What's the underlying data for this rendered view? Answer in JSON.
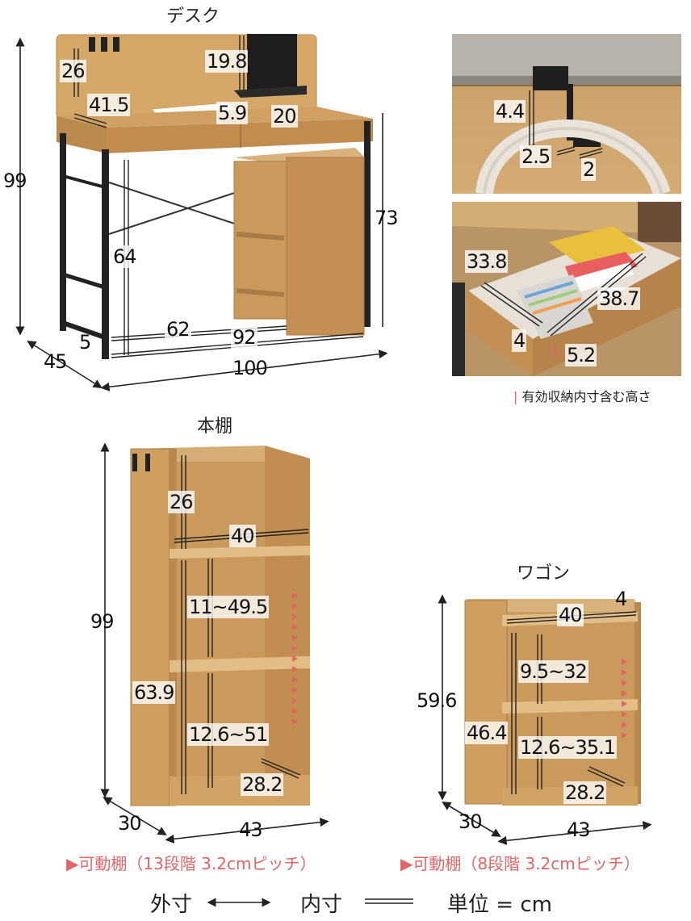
{
  "desk": {
    "title": "デスク",
    "dims": {
      "hook_height": "26",
      "shelf_height": "19.8",
      "upper_width": "41.5",
      "slot_height": "5.9",
      "shelf_depth": "20",
      "total_height": "99",
      "desk_height": "73",
      "knee_height": "64",
      "inner_width": "62",
      "foot": "5",
      "span": "92",
      "depth": "45",
      "width": "100"
    }
  },
  "hook_detail": {
    "dims": {
      "height": "4.4",
      "gap": "2.5",
      "depth": "2"
    }
  },
  "drawer_detail": {
    "dims": {
      "width": "33.8",
      "diag": "38.7",
      "front": "4",
      "inner_height": "5.2"
    },
    "caption_mark": "|",
    "caption": "有効収納内寸含む高さ"
  },
  "bookshelf": {
    "title": "本棚",
    "dims": {
      "top_height": "26",
      "inner_width": "40",
      "middle_range": "11~49.5",
      "lower_height": "63.9",
      "lower_range": "12.6~51",
      "inner_depth": "28.2",
      "total_height": "99",
      "depth": "30",
      "width": "43"
    },
    "note": "▶可動棚（13段階 3.2cmピッチ）",
    "triangles": 13
  },
  "wagon": {
    "title": "ワゴン",
    "dims": {
      "inner_width": "40",
      "rim": "4",
      "upper_range": "9.5~32",
      "inner_height": "46.4",
      "lower_range": "12.6~35.1",
      "inner_depth": "28.2",
      "total_height": "59.6",
      "depth": "30",
      "width": "43"
    },
    "note": "▶可動棚（8段階 3.2cmピッチ）",
    "triangles": 8
  },
  "legend": {
    "outer_label": "外寸",
    "inner_label": "内寸",
    "unit_label": "単位 = cm"
  },
  "colors": {
    "wood": "#c99a5c",
    "wood_dark": "#a97c45",
    "wood_light": "#dcb67a",
    "metal": "#2a2a2a",
    "accent_red": "#e26565"
  }
}
